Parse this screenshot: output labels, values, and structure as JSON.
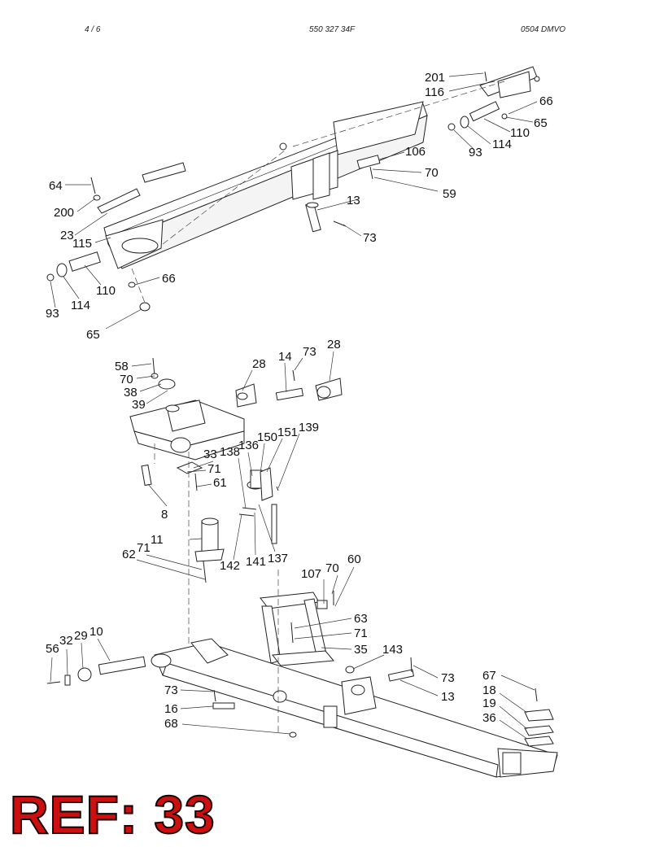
{
  "header": {
    "page": "4 / 6",
    "doc_number": "550 327 34F",
    "revision": "0504 DMVO"
  },
  "reference": "REF: 33",
  "callouts": {
    "c201": "201",
    "c116": "116",
    "c66a": "66",
    "c65a": "65",
    "c110a": "110",
    "c114a": "114",
    "c93a": "93",
    "c106": "106",
    "c70a": "70",
    "c59": "59",
    "c13a": "13",
    "c73a": "73",
    "c64": "64",
    "c200": "200",
    "c23": "23",
    "c115": "115",
    "c66b": "66",
    "c110b": "110",
    "c114b": "114",
    "c93b": "93",
    "c65b": "65",
    "c58": "58",
    "c70b": "70",
    "c38": "38",
    "c39": "39",
    "c28a": "28",
    "c14": "14",
    "c73b": "73",
    "c28b": "28",
    "c33": "33",
    "c71a": "71",
    "c61": "61",
    "c8": "8",
    "c138": "138",
    "c136": "136",
    "c150": "150",
    "c151": "151",
    "c139": "139",
    "c11": "11",
    "c62": "62",
    "c71b": "71",
    "c142": "142",
    "c141": "141",
    "c137": "137",
    "c107": "107",
    "c70c": "70",
    "c60": "60",
    "c63": "63",
    "c71c": "71",
    "c35": "35",
    "c143": "143",
    "c56": "56",
    "c32": "32",
    "c29": "29",
    "c10": "10",
    "c73c": "73",
    "c13b": "13",
    "c67": "67",
    "c18": "18",
    "c19": "19",
    "c36": "36",
    "c73d": "73",
    "c16": "16",
    "c68": "68"
  }
}
